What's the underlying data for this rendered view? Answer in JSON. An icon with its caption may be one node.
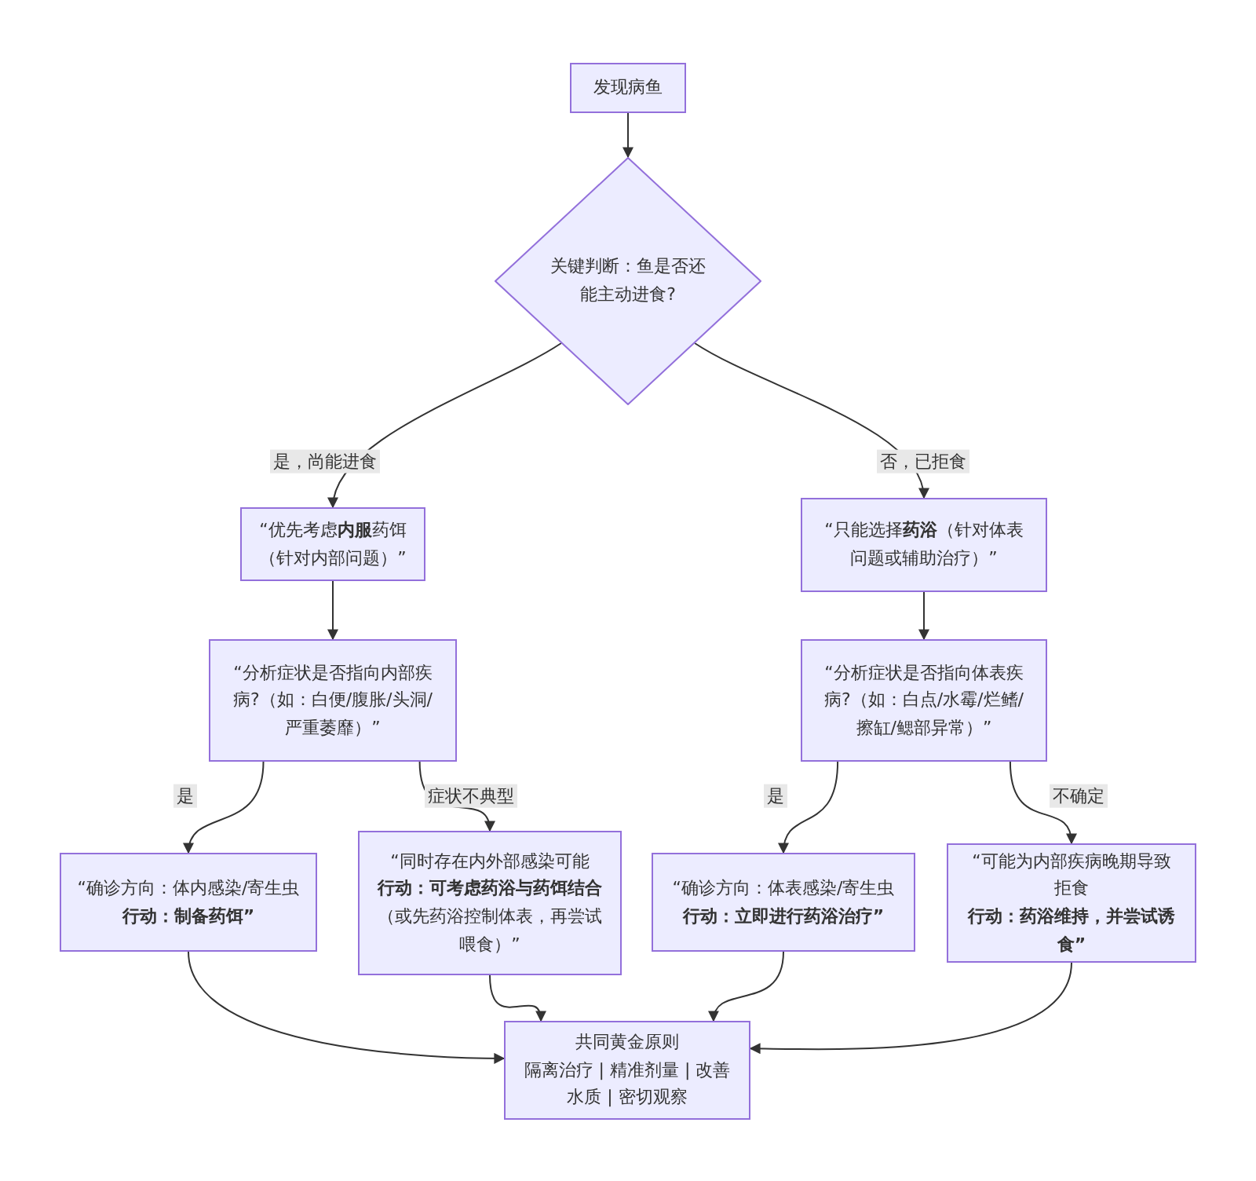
{
  "diagram": {
    "nodes": [
      {
        "text": [
          "发现病鱼"
        ]
      },
      {
        "text": [
          "关键判断：鱼是否还能主动进食?"
        ]
      },
      {
        "text": [
          "“优先考虑**内服**药饵（针对内部问题）”"
        ]
      },
      {
        "text": [
          "“只能选择**药浴**（针对体表问题或辅助治疗）”"
        ]
      },
      {
        "text": [
          "“分析症状是否指向内部疾病?（如：白便/腹胀/头洞/严重萎靡）”"
        ]
      },
      {
        "text": [
          "“分析症状是否指向体表疾病?（如：白点/水霉/烂鳍/擦缸/鳃部异常）”"
        ]
      },
      {
        "text": [
          "“确诊方向：体内感染/寄生虫**行动：制备药饵”**"
        ]
      },
      {
        "text": [
          "“同时存在内外部感染可能**行动：可考虑药浴与药饵结合**（或先药浴控制体表，再尝试喂食）”"
        ]
      },
      {
        "text": [
          "“确诊方向：体表感染/寄生虫**行动：立即进行药浴治疗”**"
        ]
      },
      {
        "text": [
          "“可能为内部疾病晚期导致拒食**行动：药浴维持，并尝试诱食”**"
        ]
      },
      {
        "text": [
          "共同黄金原则",
          "隔离治疗 | 精准剂量 | 改善水质 | 密切观察"
        ]
      }
    ],
    "edges": [
      {
        "from": 0,
        "to": 1,
        "arrow": "to"
      },
      {
        "from": 1,
        "to": 2,
        "arrow": "to",
        "label": "是，尚能进食"
      },
      {
        "from": 1,
        "to": 3,
        "arrow": "to",
        "label": "否，已拒食"
      },
      {
        "from": 2,
        "to": 4,
        "arrow": "to"
      },
      {
        "from": 3,
        "to": 5,
        "arrow": "to"
      },
      {
        "from": 4,
        "to": 6,
        "arrow": "to",
        "label": "是"
      },
      {
        "from": 4,
        "to": 7,
        "arrow": "to",
        "label": "症状不典型"
      },
      {
        "from": 5,
        "to": 8,
        "arrow": "to",
        "label": "是"
      },
      {
        "from": 5,
        "to": 9,
        "arrow": "to",
        "label": "不确定"
      },
      {
        "from": 6,
        "to": 10,
        "arrow": "to"
      },
      {
        "from": 7,
        "to": 10,
        "arrow": "to"
      },
      {
        "from": 8,
        "to": 10,
        "arrow": "to"
      },
      {
        "from": 9,
        "to": 10,
        "arrow": "to"
      }
    ]
  }
}
